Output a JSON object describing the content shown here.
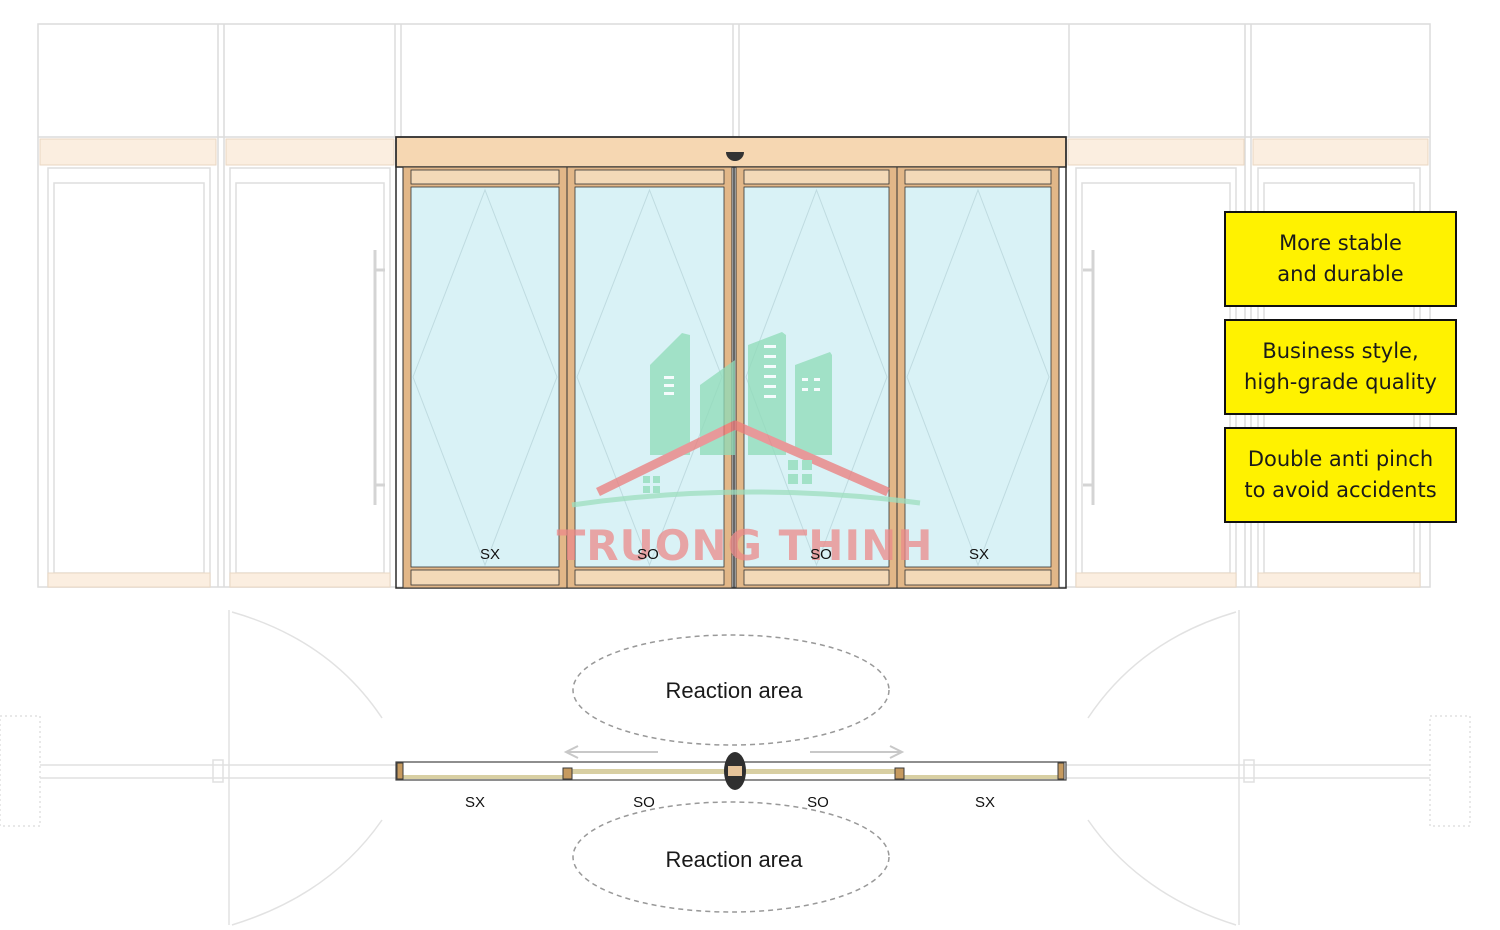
{
  "colors": {
    "frame": "#e2b788",
    "frame_light": "#f3d9b8",
    "glass": "#d9f2f6",
    "outline": "#d8d8d8",
    "feature_bg": "#fff200",
    "watermark_red": "#e86a6a",
    "watermark_green": "#7fd6ae"
  },
  "elevation": {
    "panel_labels": [
      "SX",
      "SO",
      "SO",
      "SX"
    ]
  },
  "plan": {
    "panel_labels": [
      "SX",
      "SO",
      "SO",
      "SX"
    ],
    "reaction_area_top": "Reaction area",
    "reaction_area_bottom": "Reaction area"
  },
  "watermark": {
    "text": "TRUONG THINH",
    "icon": "building-house-logo-icon"
  },
  "features": [
    {
      "line1": "More stable",
      "line2": "and durable"
    },
    {
      "line1": "Business style,",
      "line2": "high-grade quality"
    },
    {
      "line1": "Double anti pinch",
      "line2": "to avoid accidents"
    }
  ]
}
